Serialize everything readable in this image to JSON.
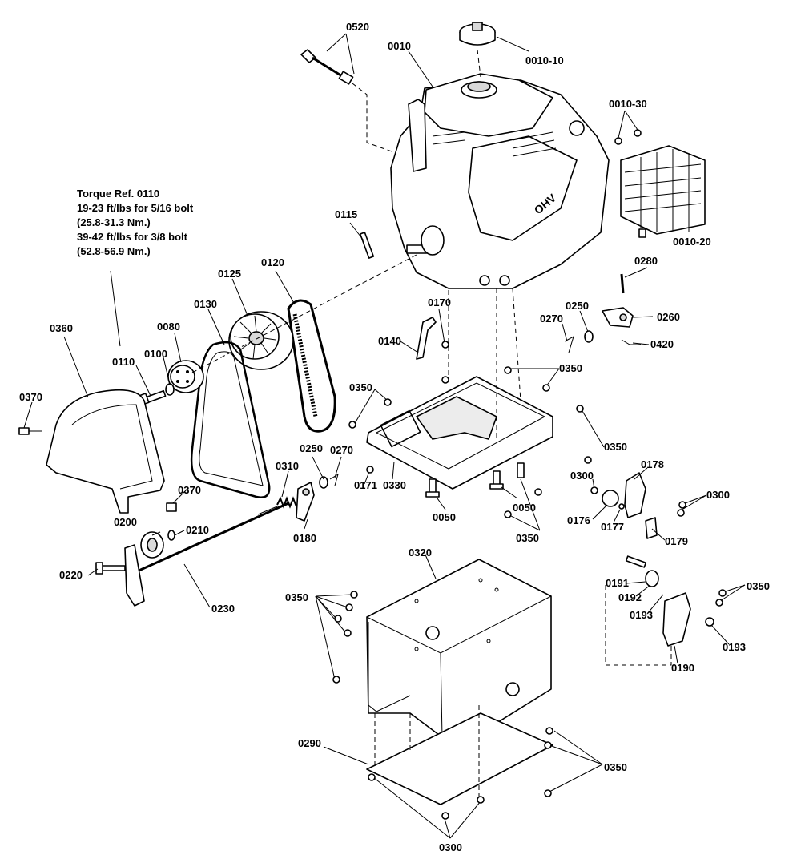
{
  "torque_note": {
    "lines": [
      "Torque Ref. 0110",
      "19-23 ft/lbs for 5/16 bolt",
      "(25.8-31.3 Nm.)",
      "39-42 ft/lbs for 3/8 bolt",
      "(52.8-56.9 Nm.)"
    ]
  },
  "engine_label": "OHV",
  "callouts": {
    "c0520": "0520",
    "c0010": "0010",
    "c0010_10": "0010-10",
    "c0010_30": "0010-30",
    "c0010_20": "0010-20",
    "c0115": "0115",
    "c0120": "0120",
    "c0125": "0125",
    "c0130": "0130",
    "c0080": "0080",
    "c0360": "0360",
    "c0110": "0110",
    "c0100": "0100",
    "c0370a": "0370",
    "c0370b": "0370",
    "c0280": "0280",
    "c0170": "0170",
    "c0250a": "0250",
    "c0260": "0260",
    "c0270a": "0270",
    "c0420": "0420",
    "c0140": "0140",
    "c0350a": "0350",
    "c0350b": "0350",
    "c0350c": "0350",
    "c0350d": "0350",
    "c0350e": "0350",
    "c0350f": "0350",
    "c0350g": "0350",
    "c0250b": "0250",
    "c0270b": "0270",
    "c0310": "0310",
    "c0171": "0171",
    "c0330": "0330",
    "c0050a": "0050",
    "c0050b": "0050",
    "c0180": "0180",
    "c0178": "0178",
    "c0300a": "0300",
    "c0300b": "0300",
    "c0300c": "0300",
    "c0176": "0176",
    "c0177": "0177",
    "c0179": "0179",
    "c0200": "0200",
    "c0210": "0210",
    "c0220": "0220",
    "c0230": "0230",
    "c0320": "0320",
    "c0191": "0191",
    "c0192": "0192",
    "c0193a": "0193",
    "c0193b": "0193",
    "c0190": "0190",
    "c0290": "0290"
  }
}
